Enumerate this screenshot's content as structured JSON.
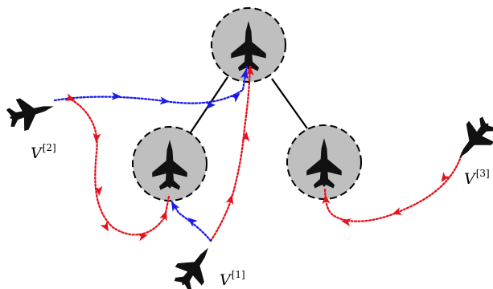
{
  "diagram": {
    "colors": {
      "red_path": "#e8101a",
      "blue_path": "#1a1ae8",
      "node_fill": "#bfbfbf",
      "edge": "#000000",
      "aircraft": "#111111"
    },
    "icons": [
      "fighter-jet-icon"
    ],
    "agents": [
      {
        "id": "v1",
        "symbol": "V",
        "index": "[1]"
      },
      {
        "id": "v2",
        "symbol": "V",
        "index": "[2]"
      },
      {
        "id": "v3",
        "symbol": "V",
        "index": "[3]"
      }
    ]
  }
}
